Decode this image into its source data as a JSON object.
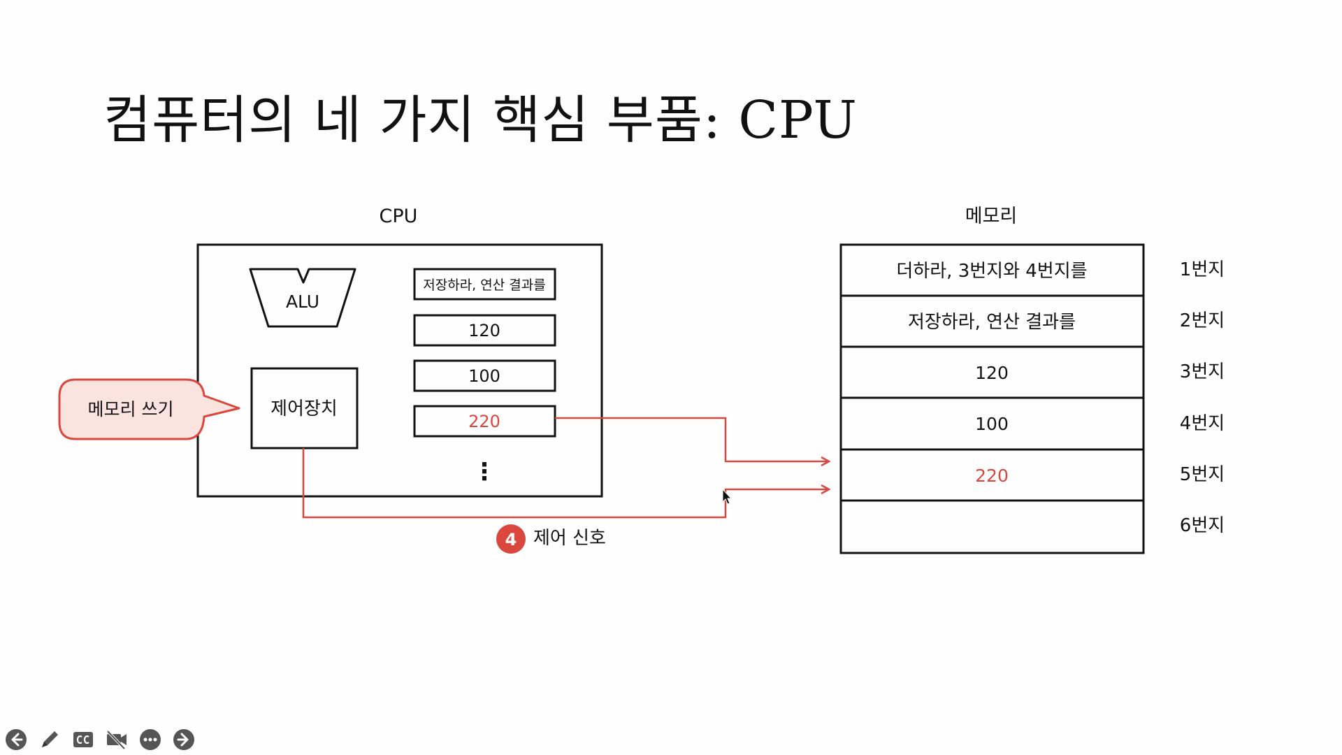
{
  "slide": {
    "title": "컴퓨터의 네 가지 핵심 부품: CPU"
  },
  "cpu": {
    "label": "CPU",
    "alu_label": "ALU",
    "control_unit_label": "제어장치",
    "registers": [
      "저장하라, 연산 결과를",
      "120",
      "100",
      "220"
    ],
    "ellipsis": "⋮"
  },
  "callout": {
    "text": "메모리 쓰기"
  },
  "control_signal": {
    "step_number": "4",
    "text": "제어 신호"
  },
  "memory": {
    "label": "메모리",
    "cells": [
      {
        "value": "더하라, 3번지와 4번지를",
        "address": "1번지"
      },
      {
        "value": "저장하라, 연산 결과를",
        "address": "2번지"
      },
      {
        "value": "120",
        "address": "3번지"
      },
      {
        "value": "100",
        "address": "4번지"
      },
      {
        "value": "220",
        "address": "5번지"
      },
      {
        "value": "",
        "address": "6번지"
      }
    ]
  },
  "colors": {
    "accent_red": "#d9473d",
    "callout_fill": "#fbe3e0",
    "ink": "#111111"
  },
  "toolbar": {
    "icons": [
      "arrow-left-icon",
      "pen-icon",
      "cc-icon",
      "video-off-icon",
      "more-icon",
      "arrow-right-icon"
    ]
  }
}
